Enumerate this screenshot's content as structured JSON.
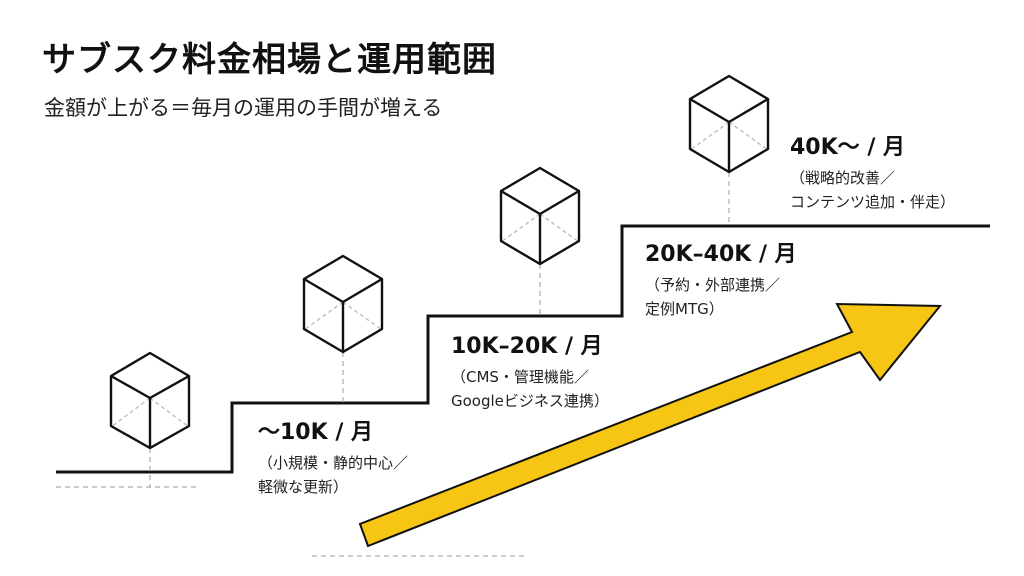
{
  "header": {
    "title": "サブスク料金相場と運用範囲",
    "subtitle": "金額が上がる＝毎月の運用の手間が増える"
  },
  "tiers": [
    {
      "price": "〜10K / 月",
      "desc_line1": "（小規模・静的中心／",
      "desc_line2": "軽微な更新）"
    },
    {
      "price": "10K–20K / 月",
      "desc_line1": "（CMS・管理機能／",
      "desc_line2": "Googleビジネス連携）"
    },
    {
      "price": "20K–40K / 月",
      "desc_line1": "（予約・外部連携／",
      "desc_line2": "定例MTG）"
    },
    {
      "price": "40K〜 / 月",
      "desc_line1": "（戦略的改善／",
      "desc_line2": "コンテンツ追加・伴走）"
    }
  ],
  "colors": {
    "arrow": "#f7c614",
    "arrow_outline": "#111111",
    "line": "#111111",
    "dashed": "#bbbbbb"
  },
  "icons": [
    "cube-icon",
    "cube-icon",
    "cube-icon",
    "cube-icon",
    "upward-arrow-icon"
  ]
}
